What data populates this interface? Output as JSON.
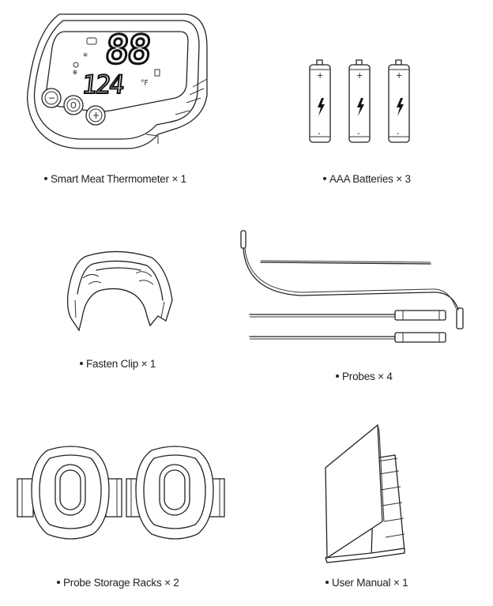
{
  "items": [
    {
      "label": "Smart Meat Thermometer × 1",
      "icon": "thermometer-device-icon"
    },
    {
      "label": "AAA Batteries × 3",
      "icon": "battery-icon"
    },
    {
      "label": "Fasten Clip × 1",
      "icon": "clip-icon"
    },
    {
      "label": "Probes × 4",
      "icon": "probe-icon"
    },
    {
      "label": "Probe Storage Racks × 2",
      "icon": "storage-rack-icon"
    },
    {
      "label": "User Manual × 1",
      "icon": "manual-icon"
    }
  ],
  "thermometer_display": {
    "top_digits": "88",
    "bottom_digits": "124",
    "unit": "°F"
  },
  "battery_marks": {
    "plus": "+",
    "minus": "-"
  },
  "device_buttons": [
    "−",
    "O",
    "+"
  ]
}
